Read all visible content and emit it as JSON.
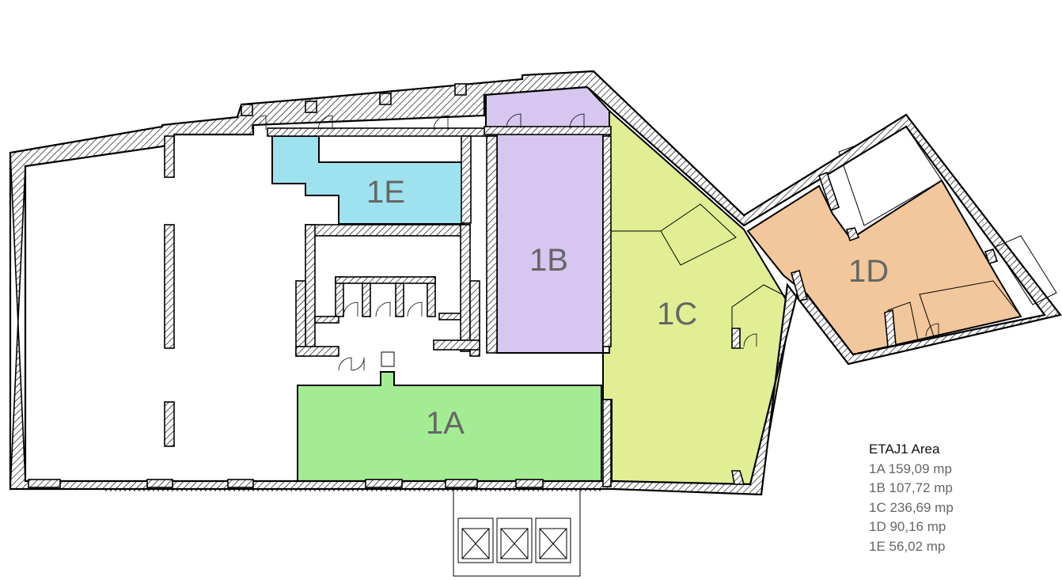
{
  "plan": {
    "zones": [
      {
        "id": "1A",
        "label": "1A",
        "color": "#a4ec94"
      },
      {
        "id": "1B",
        "label": "1B",
        "color": "#d7c6ef"
      },
      {
        "id": "1C",
        "label": "1C",
        "color": "#e1ee94"
      },
      {
        "id": "1D",
        "label": "1D",
        "color": "#f2c79c"
      },
      {
        "id": "1E",
        "label": "1E",
        "color": "#9ee2ef"
      }
    ]
  },
  "legend": {
    "title": "ETAJ1 Area",
    "rows": [
      "1A 159,09 mp",
      "1B 107,72 mp",
      "1C 236,69 mp",
      "1D 90,16 mp",
      "1E 56,02 mp"
    ]
  }
}
